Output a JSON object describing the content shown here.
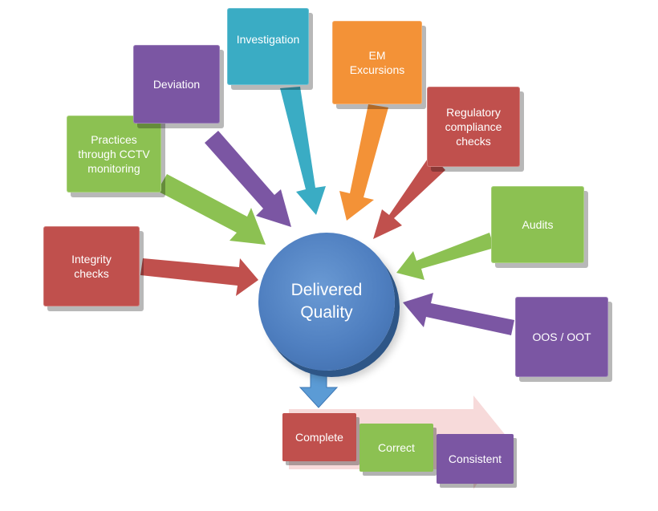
{
  "center": {
    "line1": "Delivered",
    "line2": "Quality",
    "color": "#4f7fc0"
  },
  "inputs": [
    {
      "name": "integrity-checks",
      "lines": [
        "Integrity",
        "checks"
      ],
      "color": "#c0504d"
    },
    {
      "name": "cctv-monitoring",
      "lines": [
        "Practices",
        "through CCTV",
        "monitoring"
      ],
      "color": "#8cc152"
    },
    {
      "name": "deviation",
      "lines": [
        "Deviation"
      ],
      "color": "#7b56a3"
    },
    {
      "name": "investigation",
      "lines": [
        "Investigation"
      ],
      "color": "#3aacc4"
    },
    {
      "name": "em-excursions",
      "lines": [
        "EM",
        "Excursions"
      ],
      "color": "#f39237"
    },
    {
      "name": "regulatory-compliance",
      "lines": [
        "Regulatory",
        "compliance",
        "checks"
      ],
      "color": "#c0504d"
    },
    {
      "name": "audits",
      "lines": [
        "Audits"
      ],
      "color": "#8cc152"
    },
    {
      "name": "oos-oot",
      "lines": [
        "OOS / OOT"
      ],
      "color": "#7b56a3"
    }
  ],
  "outputs": [
    {
      "name": "complete",
      "label": "Complete",
      "color": "#c0504d"
    },
    {
      "name": "correct",
      "label": "Correct",
      "color": "#8cc152"
    },
    {
      "name": "consistent",
      "label": "Consistent",
      "color": "#7b56a3"
    }
  ]
}
